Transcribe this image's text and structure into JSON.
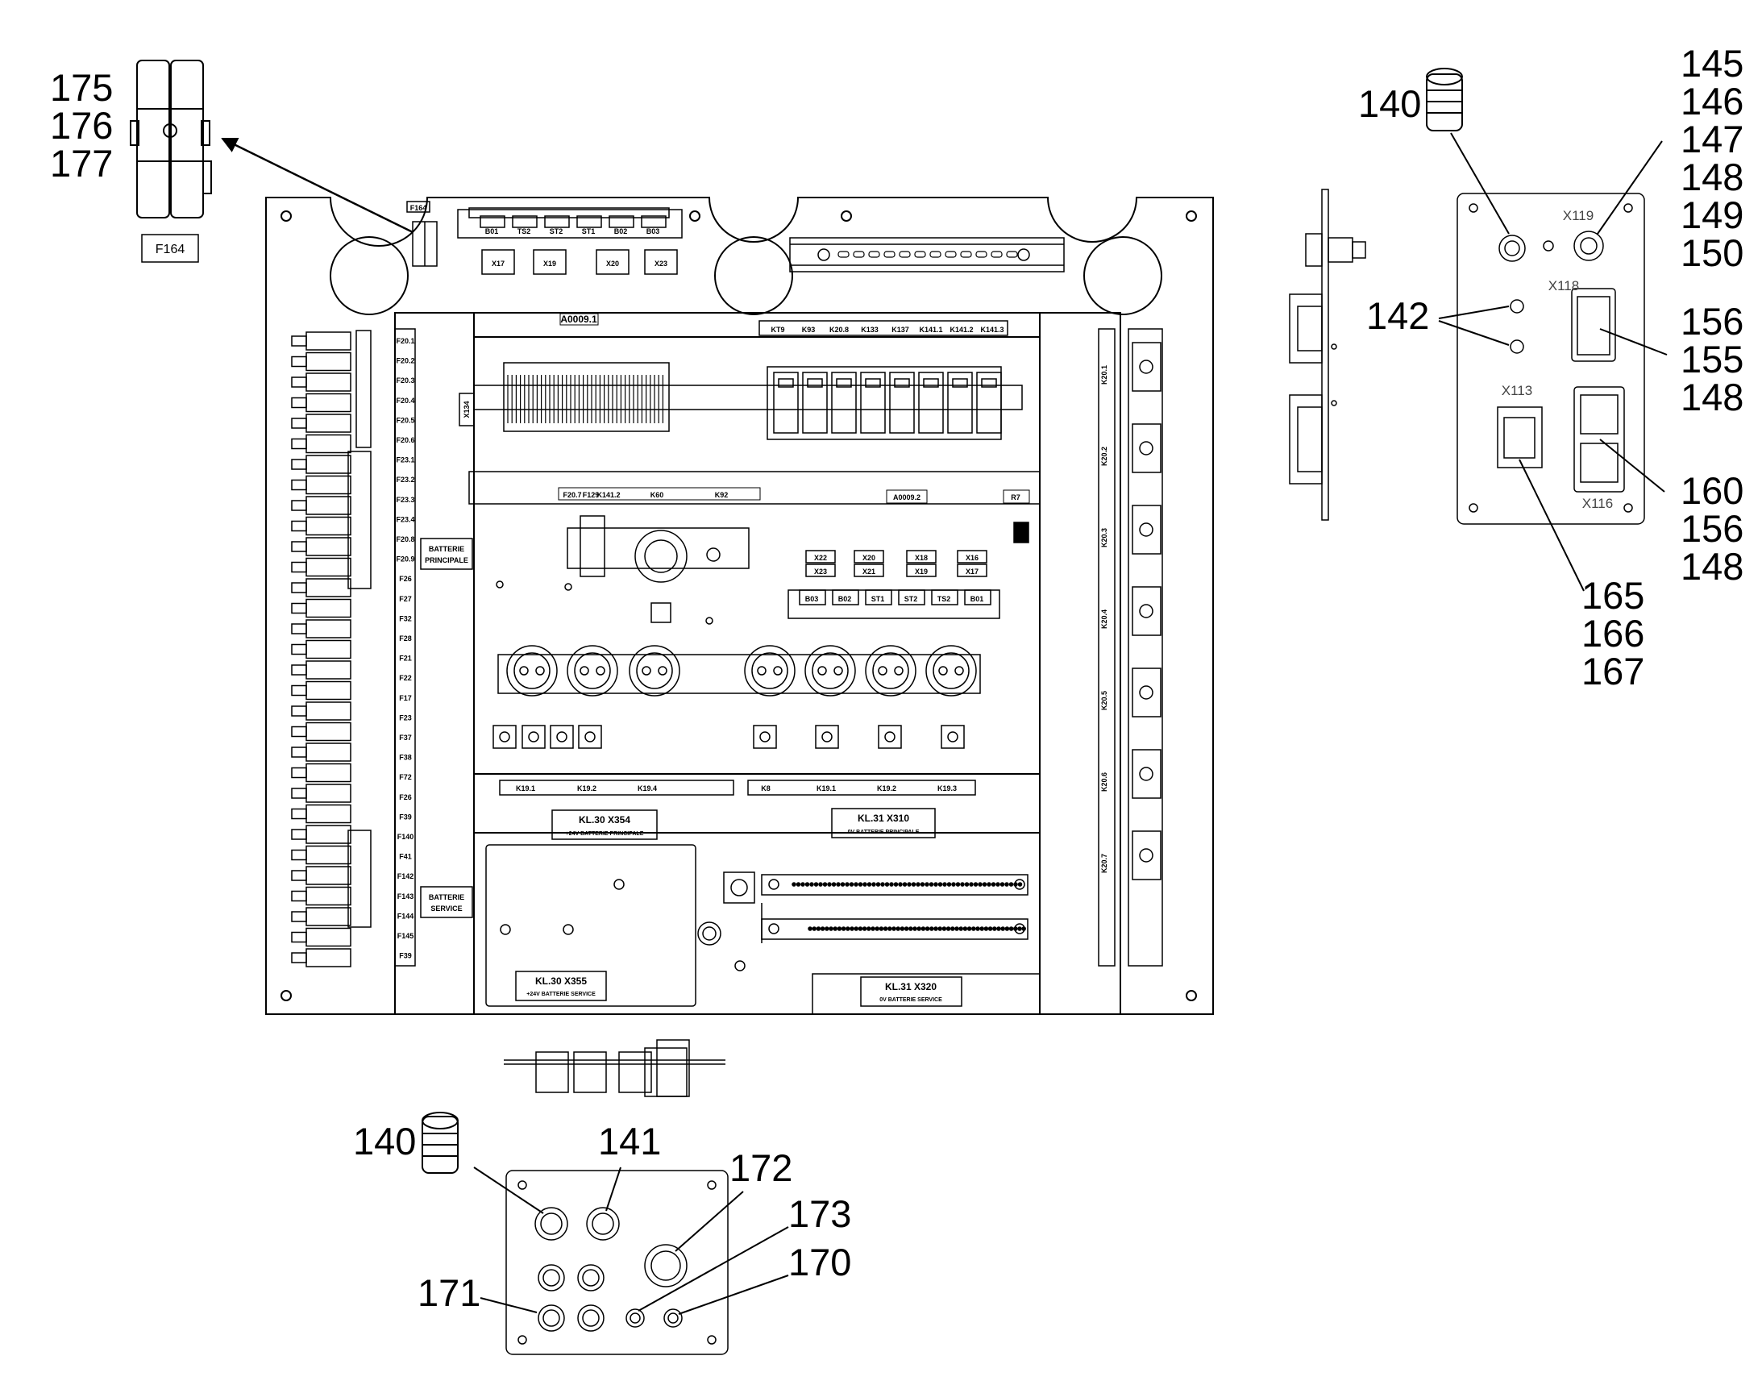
{
  "callouts": {
    "c175": "175",
    "c176": "176",
    "c177": "177",
    "c140a": "140",
    "c140b": "140",
    "c141": "141",
    "c142": "142",
    "c145": "145",
    "c146": "146",
    "c147": "147",
    "c148a": "148",
    "c149": "149",
    "c150": "150",
    "c156a": "156",
    "c155": "155",
    "c148b": "148",
    "c160": "160",
    "c156b": "156",
    "c148c": "148",
    "c165": "165",
    "c166": "166",
    "c167": "167",
    "c172": "172",
    "c173": "173",
    "c170": "170",
    "c171": "171"
  },
  "detail_f164": {
    "label": "F164",
    "small_label": "F164"
  },
  "fuse_block_top": {
    "labels": [
      "B01",
      "TS2",
      "ST2",
      "ST1",
      "B02",
      "B03"
    ],
    "relays": [
      "X17",
      "X19",
      "X20",
      "X23"
    ]
  },
  "panel_labels": {
    "a1": "A0009.1",
    "a2": "A0009.2",
    "r7": "R7",
    "x134": "X134",
    "batterie_principale": "BATTERIE\nPRINCIPALE",
    "batterie_service": "BATTERIE\nSERVICE"
  },
  "relay_row_top": [
    "KT9",
    "K93",
    "K20.8",
    "K133",
    "K137",
    "K141.1",
    "K141.2",
    "K141.3"
  ],
  "fuse_row_mid": [
    "F20.7",
    "F129",
    "K141.2",
    "K60",
    "K92"
  ],
  "mid_fuse_block": {
    "labels": [
      "B03",
      "B02",
      "ST1",
      "ST2",
      "TS2",
      "B01"
    ],
    "relays": [
      "X22",
      "X20",
      "X18",
      "X16",
      "X23",
      "X21",
      "X19",
      "X17"
    ]
  },
  "relay_row_lower_left": [
    "K19.1",
    "K19.2",
    "K19.4"
  ],
  "relay_row_lower_right": [
    "K8",
    "K19.1",
    "K19.2",
    "K19.3"
  ],
  "terminal_kl30_x354": {
    "title": "KL.30  X354",
    "sub": "+24V BATTERIE PRINCIPALE"
  },
  "terminal_kl31_x310": {
    "title": "KL.31  X310",
    "sub": "0V BATTERIE PRINCIPALE"
  },
  "terminal_kl30_x355": {
    "title": "KL.30  X355",
    "sub": "+24V BATTERIE SERVICE"
  },
  "terminal_kl31_x320": {
    "title": "KL.31  X320",
    "sub": "0V BATTERIE SERVICE"
  },
  "left_fuses": [
    "F20.1",
    "F20.2",
    "F20.3",
    "F20.4",
    "F20.5",
    "F20.6",
    "F23.1",
    "F23.2",
    "F23.3",
    "F23.4",
    "F20.8",
    "F20.9",
    "F26",
    "F27",
    "F32",
    "F28",
    "F21",
    "F22",
    "F17",
    "F23",
    "F37",
    "F38",
    "F72",
    "F26",
    "F39",
    "F140",
    "F41",
    "F142",
    "F143",
    "F144",
    "F145",
    "F39"
  ],
  "right_relays": [
    "K20.1",
    "K20.2",
    "K20.3",
    "K20.4",
    "K20.5",
    "K20.6",
    "K20.7"
  ],
  "connectors": {
    "x119": "X119",
    "x118": "X118",
    "x113": "X113",
    "x116": "X116"
  }
}
